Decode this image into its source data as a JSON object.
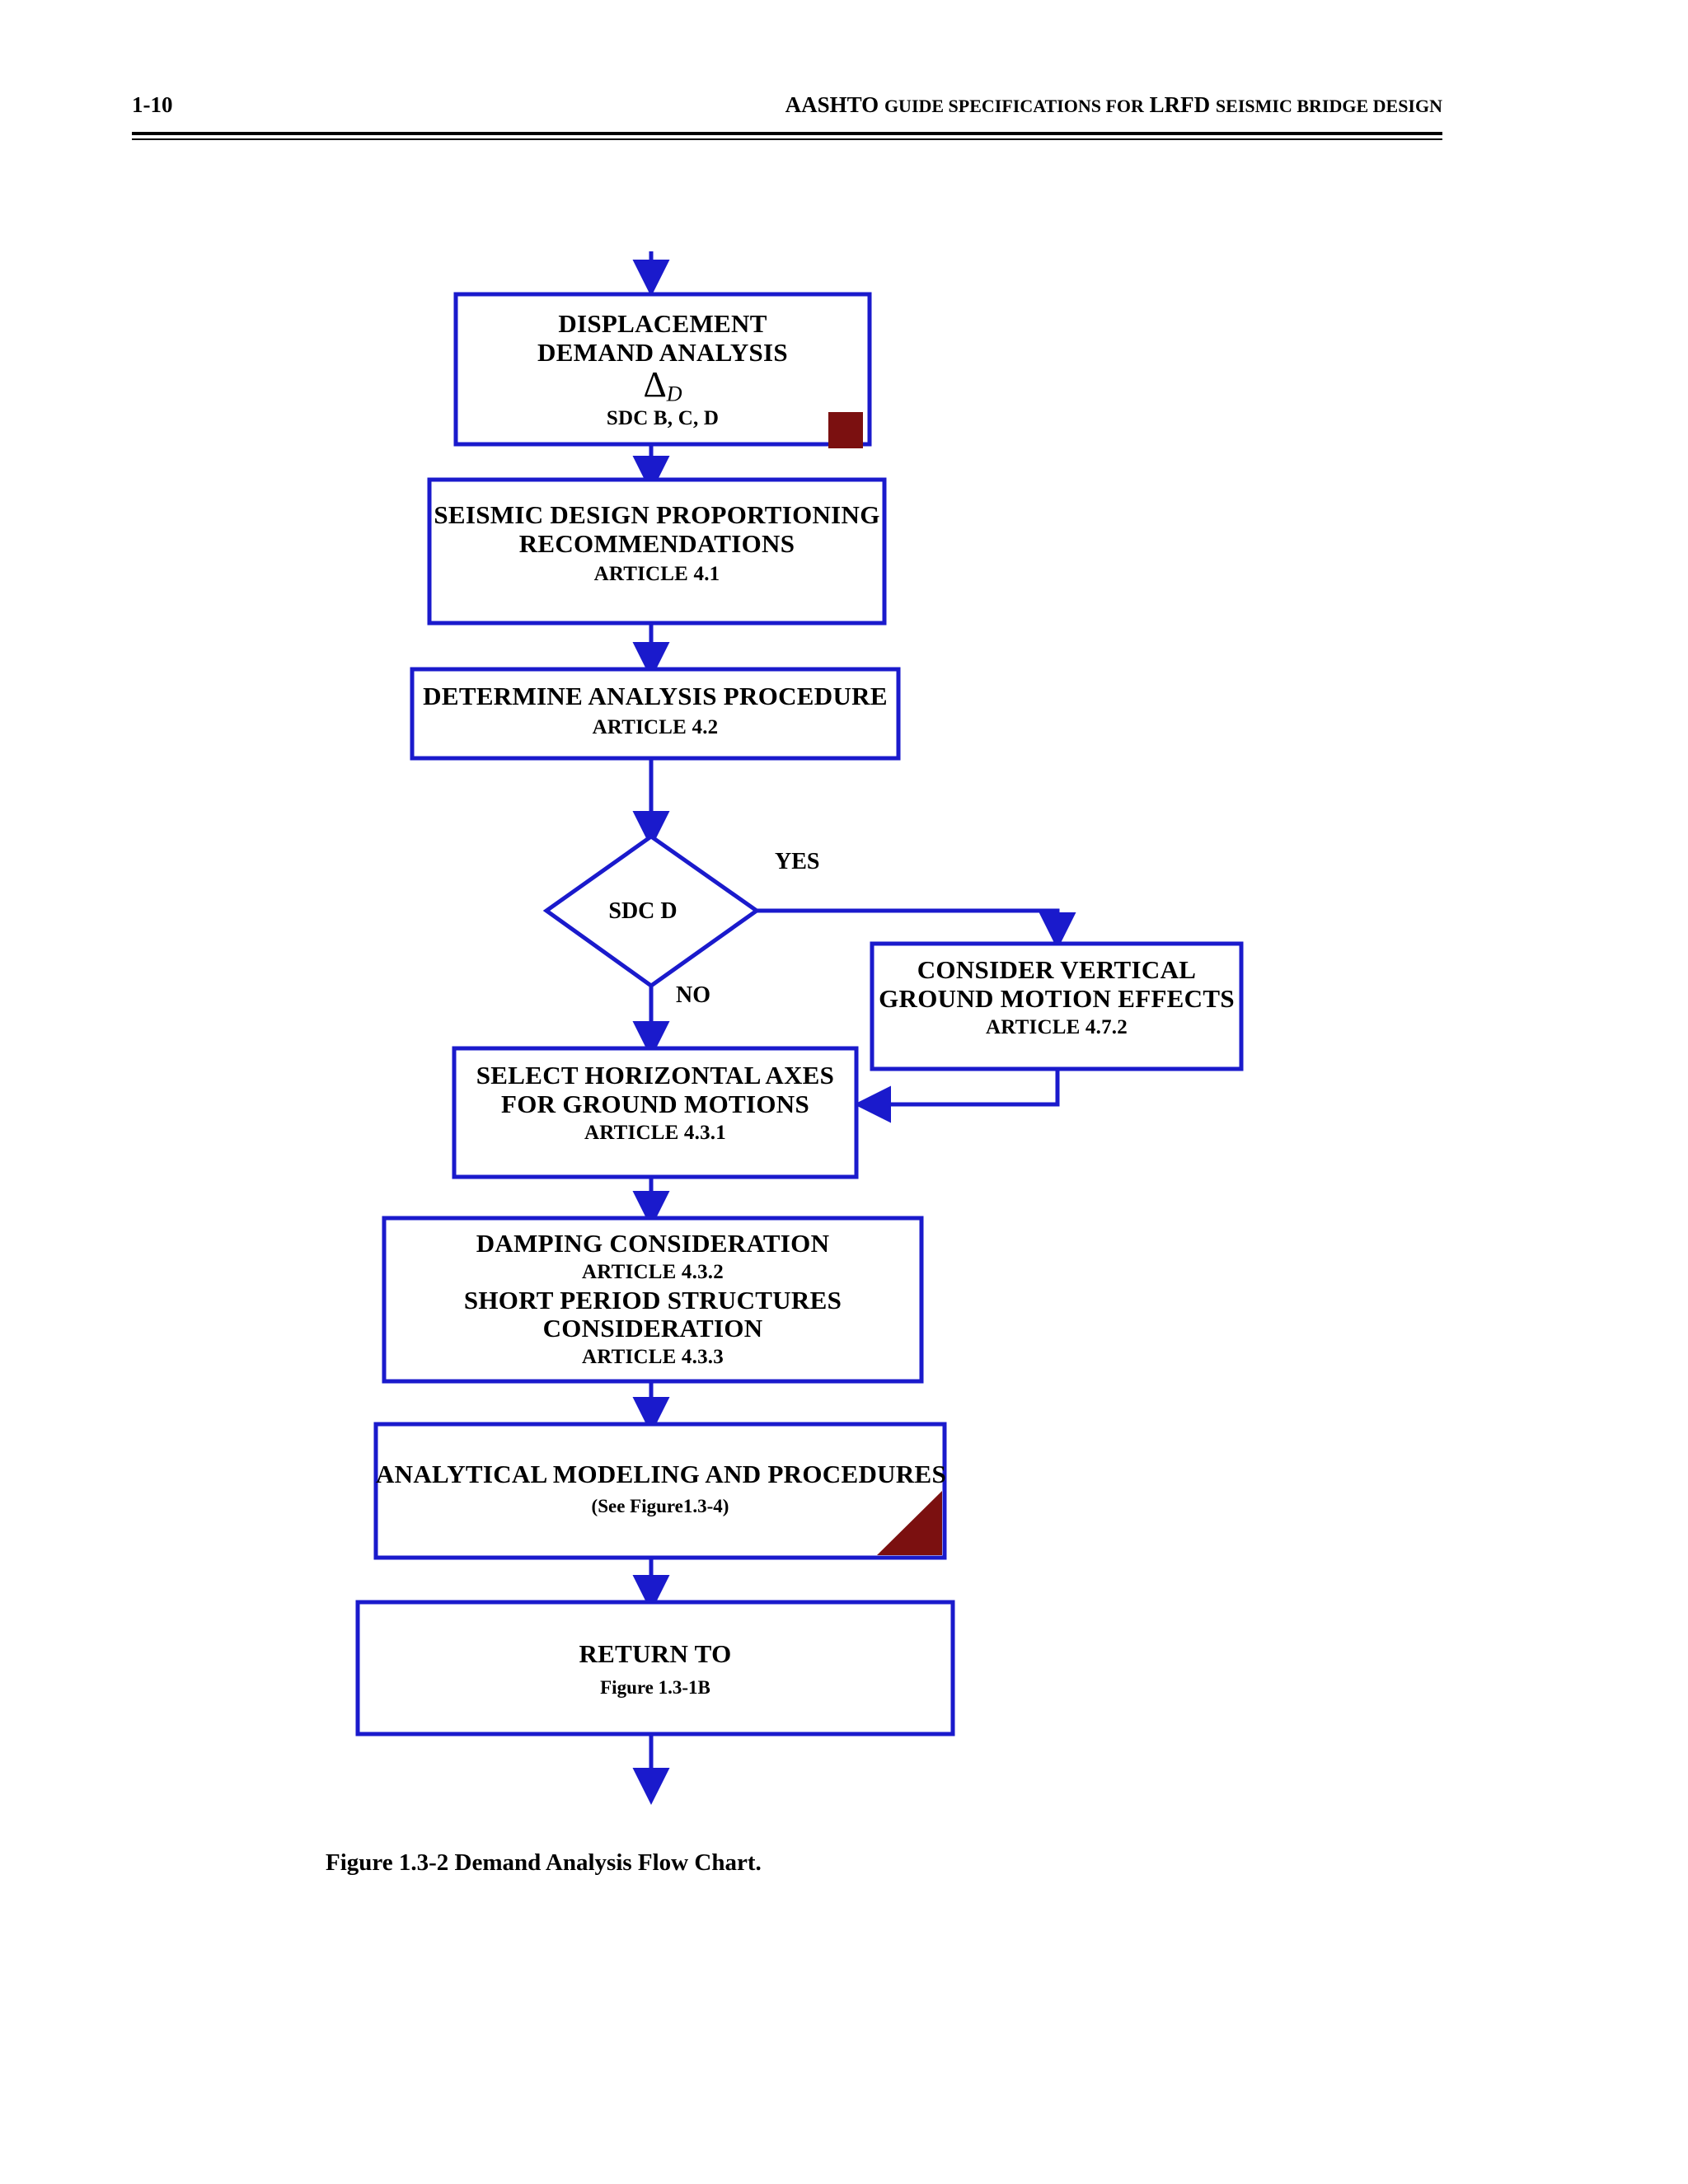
{
  "header": {
    "folio": "1-10",
    "running_title_parts": [
      {
        "text": "AASHTO ",
        "smallcaps": false
      },
      {
        "text": "Guide Specifications for ",
        "smallcaps": true
      },
      {
        "text": "LRFD ",
        "smallcaps": false
      },
      {
        "text": "Seismic Bridge Design",
        "smallcaps": true
      }
    ],
    "running_title_plain": "AASHTO Guide Specifications for LRFD Seismic Bridge Design"
  },
  "figure": {
    "caption": "Figure 1.3-2 Demand Analysis Flow Chart.",
    "colors": {
      "line": "#1A1ACC",
      "marker": "#7B1010",
      "text": "#000000",
      "background": "#FFFFFF"
    }
  },
  "chart_data": {
    "type": "diagram",
    "title": "Figure 1.3-2 Demand Analysis Flow Chart.",
    "nodes": [
      {
        "id": "displacement-demand-analysis",
        "shape": "rect",
        "lines": [
          "DISPLACEMENT",
          "DEMAND ANALYSIS"
        ],
        "symbol": "Δ",
        "symbol_subscript": "D",
        "sub": "SDC B, C, D",
        "marker": "square-red"
      },
      {
        "id": "seismic-design-proportioning",
        "shape": "rect",
        "lines": [
          "SEISMIC DESIGN PROPORTIONING",
          "RECOMMENDATIONS"
        ],
        "sub": "ARTICLE 4.1"
      },
      {
        "id": "determine-analysis-procedure",
        "shape": "rect",
        "lines": [
          "DETERMINE ANALYSIS PROCEDURE"
        ],
        "sub": "ARTICLE 4.2"
      },
      {
        "id": "sdc-d-decision",
        "shape": "diamond",
        "lines": [
          "SDC D"
        ]
      },
      {
        "id": "consider-vertical-ground-motion",
        "shape": "rect",
        "lines": [
          "CONSIDER VERTICAL",
          "GROUND MOTION EFFECTS"
        ],
        "sub": "ARTICLE 4.7.2"
      },
      {
        "id": "select-horizontal-axes",
        "shape": "rect",
        "lines": [
          "SELECT HORIZONTAL AXES",
          "FOR GROUND MOTIONS"
        ],
        "sub": "ARTICLE 4.3.1"
      },
      {
        "id": "damping-consideration",
        "shape": "rect",
        "lines": [
          "DAMPING CONSIDERATION",
          "ARTICLE 4.3.2",
          "SHORT PERIOD STRUCTURES",
          "CONSIDERATION",
          "ARTICLE 4.3.3"
        ]
      },
      {
        "id": "analytical-modeling-and-procedures",
        "shape": "rect",
        "lines": [
          "ANALYTICAL MODELING AND PROCEDURES"
        ],
        "sub": "(See Figure1.3-4)",
        "marker": "triangle-red"
      },
      {
        "id": "return-to",
        "shape": "rect",
        "lines": [
          "RETURN TO"
        ],
        "sub": "Figure 1.3-1B"
      }
    ],
    "edge_labels": {
      "yes": "YES",
      "no": "NO"
    },
    "edges": [
      {
        "from": "entry",
        "to": "displacement-demand-analysis",
        "label": ""
      },
      {
        "from": "displacement-demand-analysis",
        "to": "seismic-design-proportioning",
        "label": ""
      },
      {
        "from": "seismic-design-proportioning",
        "to": "determine-analysis-procedure",
        "label": ""
      },
      {
        "from": "determine-analysis-procedure",
        "to": "sdc-d-decision",
        "label": ""
      },
      {
        "from": "sdc-d-decision",
        "to": "consider-vertical-ground-motion",
        "label": "YES"
      },
      {
        "from": "sdc-d-decision",
        "to": "select-horizontal-axes",
        "label": "NO"
      },
      {
        "from": "consider-vertical-ground-motion",
        "to": "select-horizontal-axes",
        "label": ""
      },
      {
        "from": "select-horizontal-axes",
        "to": "damping-consideration",
        "label": ""
      },
      {
        "from": "damping-consideration",
        "to": "analytical-modeling-and-procedures",
        "label": ""
      },
      {
        "from": "analytical-modeling-and-procedures",
        "to": "return-to",
        "label": ""
      },
      {
        "from": "return-to",
        "to": "exit",
        "label": ""
      }
    ]
  },
  "nodes": {
    "displacement": {
      "line1": "DISPLACEMENT",
      "line2": "DEMAND ANALYSIS",
      "delta": "Δ",
      "delta_sub": "D",
      "sdc": "SDC B, C, D"
    },
    "proportioning": {
      "line1": "SEISMIC DESIGN PROPORTIONING",
      "line2": "RECOMMENDATIONS",
      "article": "ARTICLE 4.1"
    },
    "procedure": {
      "line1": "DETERMINE ANALYSIS PROCEDURE",
      "article": "ARTICLE 4.2"
    },
    "decision": {
      "label": "SDC D",
      "yes": "YES",
      "no": "NO"
    },
    "vertical": {
      "line1": "CONSIDER VERTICAL",
      "line2": "GROUND MOTION EFFECTS",
      "article": "ARTICLE 4.7.2"
    },
    "horizontal": {
      "line1": "SELECT HORIZONTAL AXES",
      "line2": "FOR GROUND MOTIONS",
      "article": "ARTICLE 4.3.1"
    },
    "damping": {
      "line1": "DAMPING CONSIDERATION",
      "article1": "ARTICLE 4.3.2",
      "line2": "SHORT PERIOD STRUCTURES",
      "line3": "CONSIDERATION",
      "article2": "ARTICLE 4.3.3"
    },
    "analytical": {
      "line1": "ANALYTICAL MODELING AND PROCEDURES",
      "note": "(See Figure1.3-4)"
    },
    "return": {
      "line1": "RETURN TO",
      "note": "Figure 1.3-1B"
    }
  }
}
